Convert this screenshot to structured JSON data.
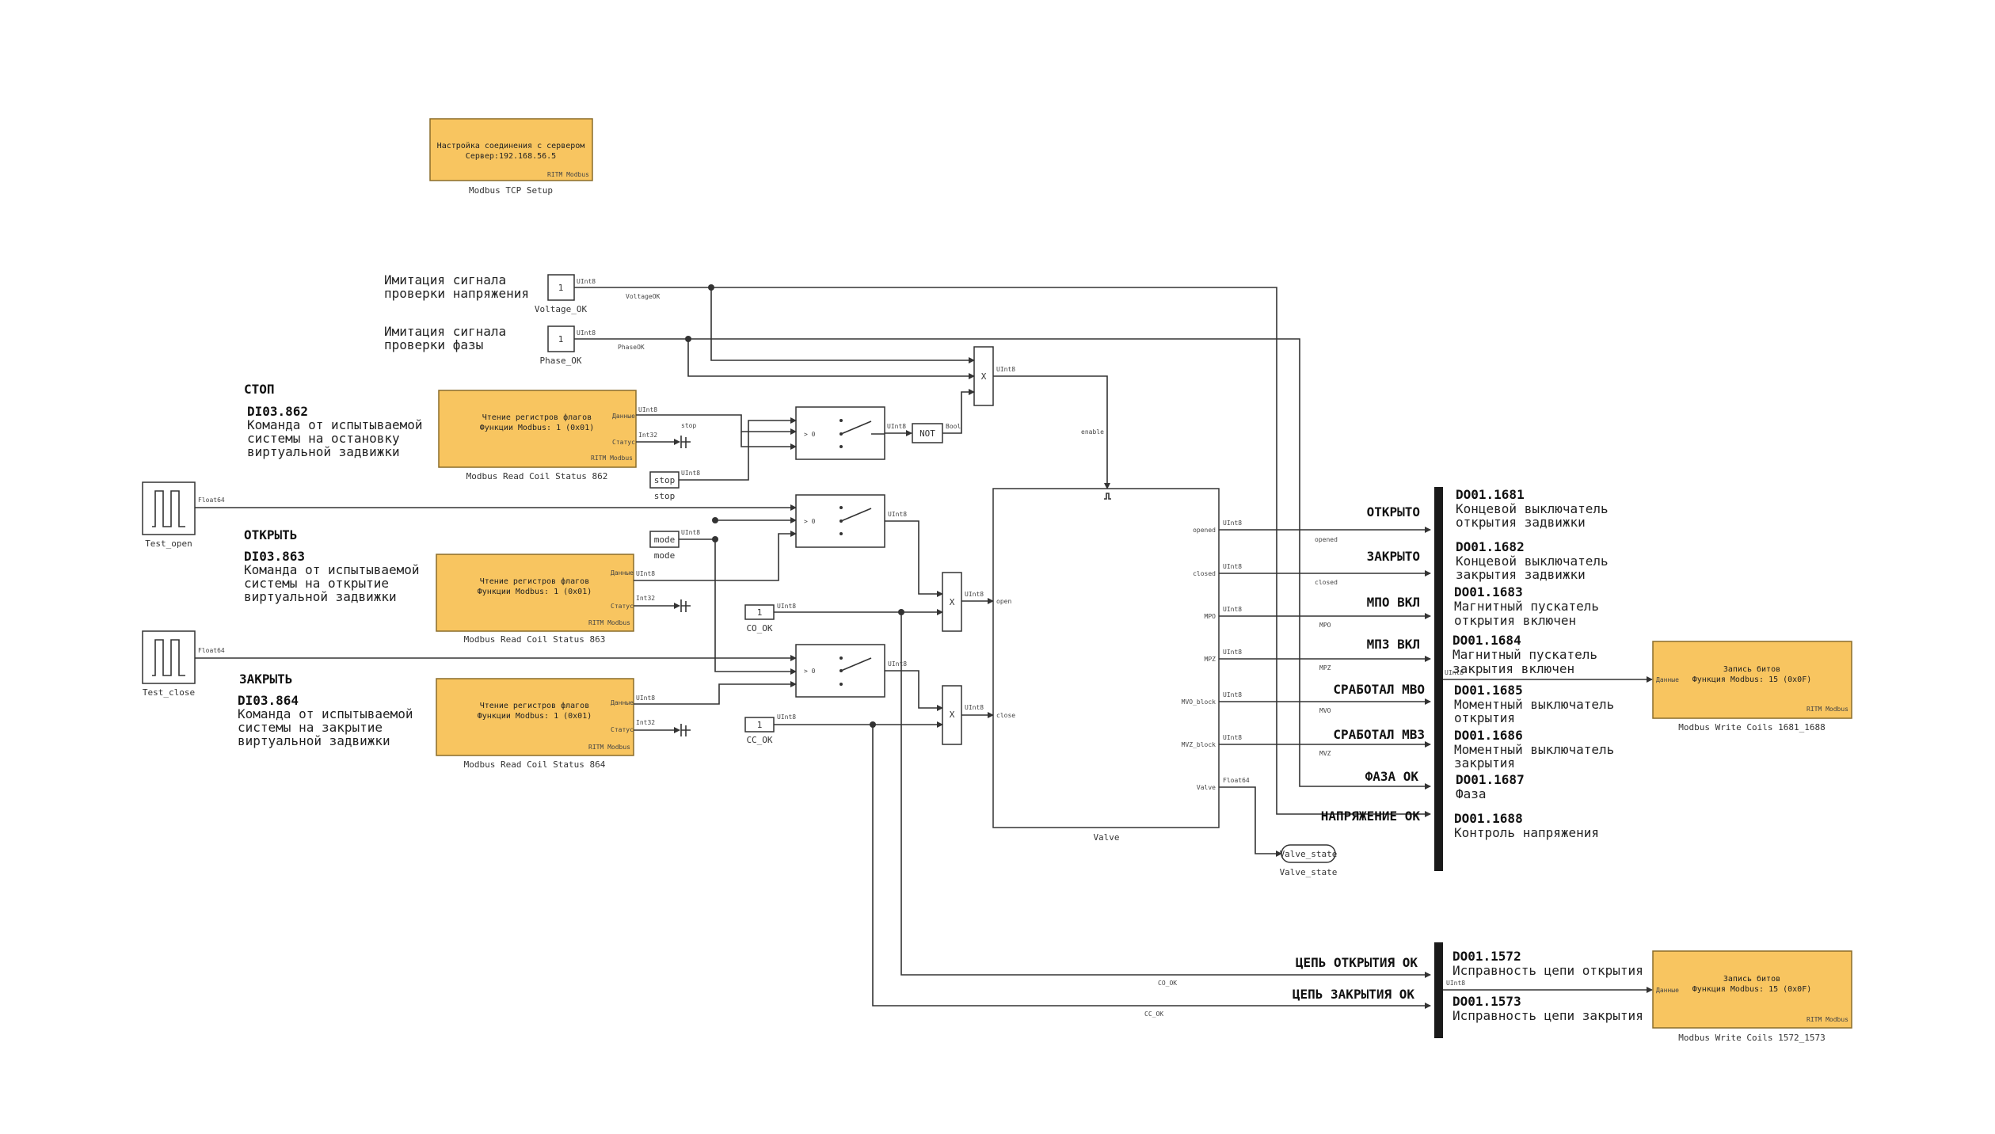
{
  "setup": {
    "line1": "Настройка соединения с сервером",
    "line2": "Сервер:192.168.56.5",
    "brand": "RITM Modbus",
    "caption": "Modbus TCP Setup"
  },
  "notes": {
    "voltage_sim_1": "Имитация сигнала",
    "voltage_sim_2": "проверки напряжения",
    "phase_sim_1": "Имитация сигнала",
    "phase_sim_2": "проверки фазы",
    "stop_head": "СТОП",
    "stop_code": "DI03.862",
    "stop_1": "Команда от испытываемой",
    "stop_2": "системы на остановку",
    "stop_3": "виртуальной задвижки",
    "open_head": "ОТКРЫТЬ",
    "open_code": "DI03.863",
    "open_1": "Команда от испытываемой",
    "open_2": "системы на открытие",
    "open_3": "виртуальной задвижки",
    "close_head": "ЗАКРЫТЬ",
    "close_code": "DI03.864",
    "close_1": "Команда от испытываемой",
    "close_2": "системы на закрытие",
    "close_3": "виртуальной задвижки"
  },
  "constants": {
    "voltage_val": "1",
    "voltage_name": "Voltage_OK",
    "phase_val": "1",
    "phase_name": "Phase_OK",
    "co_val": "1",
    "co_name": "CO_OK",
    "cc_val": "1",
    "cc_name": "CC_OK",
    "stop_tag": "stop",
    "stop_name": "stop",
    "mode_tag": "mode",
    "mode_name": "mode"
  },
  "sources": {
    "test_open": "Test_open",
    "test_close": "Test_close",
    "float64": "Float64"
  },
  "read_blocks": {
    "line1": "Чтение регистров флагов",
    "line2": "Функции Modbus: 1 (0x01)",
    "brand": "RITM Modbus",
    "port_data": "Данные",
    "port_status": "Статус",
    "uint8": "UInt8",
    "int32": "Int32",
    "cap_862": "Modbus Read Coil Status 862",
    "cap_863": "Modbus Read Coil Status 863",
    "cap_864": "Modbus Read Coil Status 864"
  },
  "logic": {
    "switch_thr": "> 0",
    "not_label": "NOT",
    "bool": "Bool",
    "mul": "X",
    "uint8": "UInt8"
  },
  "signals": {
    "voltage": "VoltageOK",
    "phase": "PhaseOK",
    "stop": "stop",
    "enable": "enable",
    "opened": "opened",
    "closed": "closed",
    "mpo": "MPO",
    "mpz": "MPZ",
    "mvo": "MVO",
    "mvz": "MVZ",
    "co_ok": "CO_OK",
    "cc_ok": "CC_OK"
  },
  "valve": {
    "caption": "Valve",
    "in_open": "open",
    "in_close": "close",
    "out_opened": "opened",
    "out_closed": "closed",
    "out_mpo": "MPO",
    "out_mpz": "MPZ",
    "out_mvo": "MVO_block",
    "out_mvz": "MVZ_block",
    "out_valve": "Valve",
    "uint8": "UInt8",
    "float64": "Float64",
    "state_tag": "Valve_state",
    "state_name": "Valve_state"
  },
  "outputs": [
    {
      "label": "ОТКРЫТО",
      "code": "DO01.1681",
      "d1": "Концевой выключатель",
      "d2": "открытия задвижки"
    },
    {
      "label": "ЗАКРЫТО",
      "code": "DO01.1682",
      "d1": "Концевой выключатель",
      "d2": "закрытия задвижки"
    },
    {
      "label": "МПО ВКЛ",
      "code": "DO01.1683",
      "d1": "Магнитный пускатель",
      "d2": "открытия включен"
    },
    {
      "label": "МПЗ ВКЛ",
      "code": "DO01.1684",
      "d1": "Магнитный пускатель",
      "d2": "закрытия включен"
    },
    {
      "label": "СРАБОТАЛ МВО",
      "code": "DO01.1685",
      "d1": "Моментный выключатель",
      "d2": "открытия"
    },
    {
      "label": "СРАБОТАЛ МВЗ",
      "code": "DO01.1686",
      "d1": "Моментный выключатель",
      "d2": "закрытия"
    },
    {
      "label": "ФАЗА ОК",
      "code": "DO01.1687",
      "d1": "Фаза",
      "d2": ""
    },
    {
      "label": "НАПРЯЖЕНИЕ ОК",
      "code": "DO01.1688",
      "d1": "Контроль напряжения",
      "d2": ""
    }
  ],
  "outputs2": [
    {
      "label": "ЦЕПЬ ОТКРЫТИЯ ОК",
      "code": "DO01.1572",
      "d1": "Исправность цепи открытия"
    },
    {
      "label": "ЦЕПЬ ЗАКРЫТИЯ ОК",
      "code": "DO01.1573",
      "d1": "Исправность цепи закрытия"
    }
  ],
  "write_blocks": {
    "line1": "Запись битов",
    "line2": "Функция Modbus: 15 (0x0F)",
    "brand": "RITM Modbus",
    "port": "Данные",
    "uint8": "UInt8",
    "cap1": "Modbus Write Coils 1681_1688",
    "cap2": "Modbus Write Coils 1572_1573"
  },
  "colors": {
    "block_fill": "#f8c560",
    "wire": "#333333",
    "bus": "#1a1a1a"
  }
}
